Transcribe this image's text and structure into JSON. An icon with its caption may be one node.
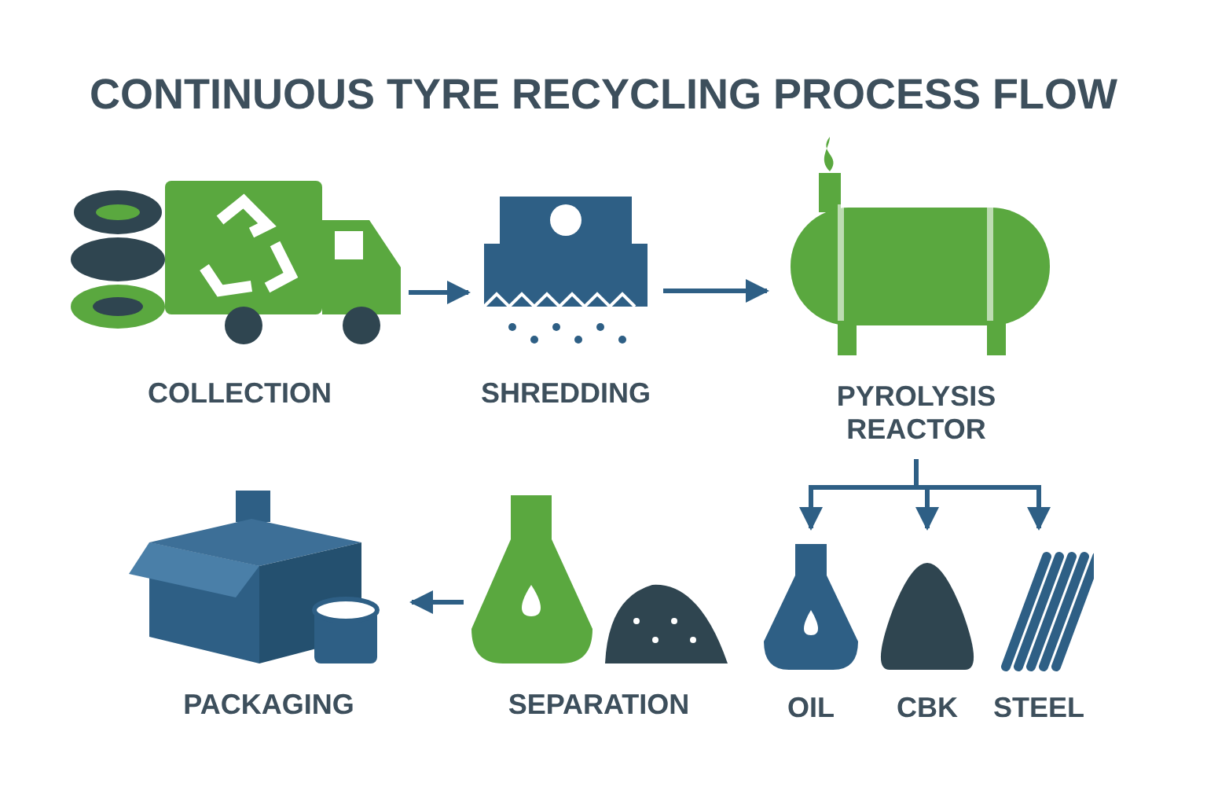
{
  "diagram": {
    "title": "CONTINUOUS TYRE RECYCLING PROCESS FLOW",
    "nodes": [
      {
        "text": [
          "COLLECTION"
        ]
      },
      {
        "text": [
          "SHREDDING"
        ]
      },
      {
        "text": [
          "PYROLYSIS REACTOR"
        ]
      },
      {
        "text": [
          "OIL"
        ]
      },
      {
        "text": [
          "CBK"
        ]
      },
      {
        "text": [
          "STEEL"
        ]
      },
      {
        "text": [
          "SEPARATION"
        ]
      },
      {
        "text": [
          "PACKAGING"
        ]
      }
    ],
    "edges": [
      {
        "from": 0,
        "to": 1,
        "arrow": "to"
      },
      {
        "from": 1,
        "to": 2,
        "arrow": "to"
      },
      {
        "from": 2,
        "to": 3,
        "arrow": "to"
      },
      {
        "from": 2,
        "to": 4,
        "arrow": "to"
      },
      {
        "from": 2,
        "to": 5,
        "arrow": "to"
      },
      {
        "from": 6,
        "to": 7,
        "arrow": "to"
      }
    ]
  }
}
